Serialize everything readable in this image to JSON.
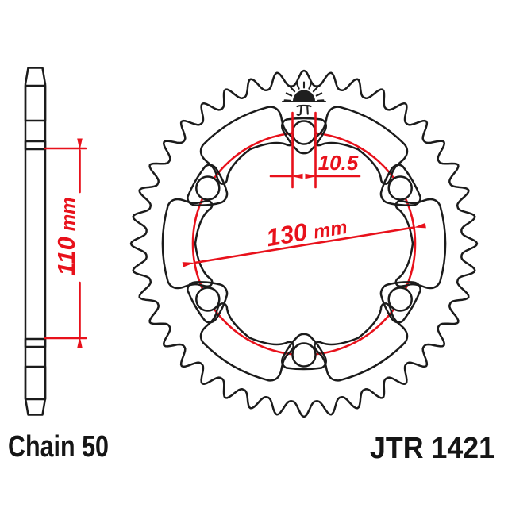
{
  "page": {
    "background": "#ffffff"
  },
  "labels": {
    "chain": "Chain 50",
    "part_number": "JTR 1421"
  },
  "dimensions": {
    "bolt_circle": {
      "value": "130",
      "unit": "mm"
    },
    "inner_span": {
      "value": "110",
      "unit": "mm"
    },
    "bolt_hole_width": {
      "value": "10.5"
    }
  },
  "logo": {
    "name": "jt-rising-sun-logo"
  },
  "colors": {
    "dimension_red": "#e8111b",
    "line_black": "#1b1b1b",
    "text_black": "#151515"
  },
  "diagram": {
    "type": "technical-drawing",
    "views": [
      "sprocket-side-profile",
      "sprocket-front-view"
    ],
    "teeth": 40,
    "bolt_holes": 6,
    "lightening_windows": 6
  }
}
